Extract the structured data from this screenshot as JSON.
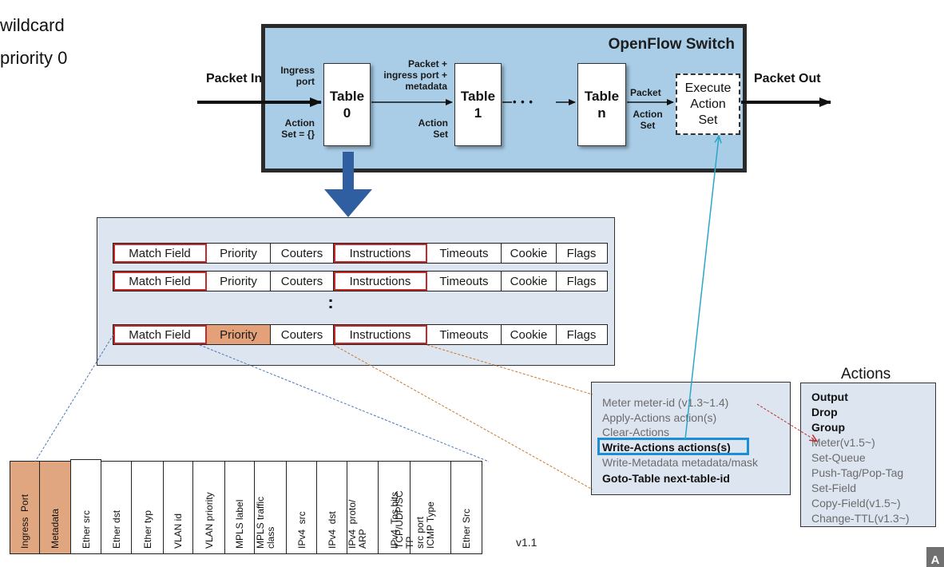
{
  "notes": [
    "wildcard",
    "priority 0"
  ],
  "switch": {
    "title": "OpenFlow Switch",
    "tables": [
      {
        "line1": "Table",
        "line2": "0"
      },
      {
        "line1": "Table",
        "line2": "1"
      },
      {
        "line1": "Table",
        "line2": "n"
      }
    ],
    "execute_box": "Execute Action Set",
    "ellipsis": "• • •",
    "labels": {
      "ingress_port": "Ingress port",
      "action_set_empty": "Action Set = {}",
      "packet_ingress_metadata": "Packet + ingress port + metadata",
      "action_set": "Action Set",
      "packet": "Packet",
      "action_set_n": "Action Set"
    }
  },
  "outside": {
    "packet_in": "Packet In",
    "packet_out": "Packet Out"
  },
  "flow_table": {
    "columns": [
      "Match Field",
      "Priority",
      "Couters",
      "Instructions",
      "Timeouts",
      "Cookie",
      "Flags"
    ],
    "dots": ":"
  },
  "match_fields": [
    {
      "label": "Ingress  Port",
      "highlight": true
    },
    {
      "label": "Metadata",
      "highlight": true
    },
    {
      "label": "Ether src",
      "highlight": false
    },
    {
      "label": "Ether dst",
      "highlight": false
    },
    {
      "label": "Ether typ",
      "highlight": false
    },
    {
      "label": "VLAN id",
      "highlight": false
    },
    {
      "label": "VLAN priority",
      "highlight": false
    },
    {
      "label": "MPLS label",
      "highlight": false
    },
    {
      "label": "MPLS traffic\nclass",
      "highlight": false
    },
    {
      "label": "IPv4  src",
      "highlight": false
    },
    {
      "label": "IPv4  dst",
      "highlight": false
    },
    {
      "label": "IPv4  proto/\nARP",
      "highlight": false
    },
    {
      "label": "IPv4  Tos bits",
      "highlight": false
    },
    {
      "label": "TCP/UDP/SC\nTP\nsrc port\nICMP Type",
      "highlight": false
    },
    {
      "label": "Ether Src",
      "highlight": false
    }
  ],
  "version": "v1.1",
  "instructions": [
    {
      "text": "Meter meter-id (v1.3~1.4)",
      "bold": false
    },
    {
      "text": "Apply-Actions  action(s)",
      "bold": false
    },
    {
      "text": "Clear-Actions",
      "bold": false
    },
    {
      "text": "Write-Actions  actions(s)",
      "bold": true
    },
    {
      "text": "Write-Metadata  metadata/mask",
      "bold": false
    },
    {
      "text": "Goto-Table  next-table-id",
      "bold": true
    }
  ],
  "actions": {
    "title": "Actions",
    "items": [
      {
        "text": "Output",
        "bold": true
      },
      {
        "text": "Drop",
        "bold": true
      },
      {
        "text": "Group",
        "bold": true
      },
      {
        "text": "Meter(v1.5~)",
        "bold": false
      },
      {
        "text": "Set-Queue",
        "bold": false
      },
      {
        "text": "Push-Tag/Pop-Tag",
        "bold": false
      },
      {
        "text": "Set-Field",
        "bold": false
      },
      {
        "text": "Copy-Field(v1.5~)",
        "bold": false
      },
      {
        "text": "Change-TTL(v1.3~)",
        "bold": false
      }
    ]
  },
  "badge": "A",
  "colors": {
    "switch_bg": "#a9cde7",
    "panel_bg": "#dde6f0",
    "highlight_orange": "#e3a079",
    "arrow_blue": "#2f5fa0",
    "frame_blue": "#1c8ed6",
    "outline_red": "#c42a2a"
  }
}
